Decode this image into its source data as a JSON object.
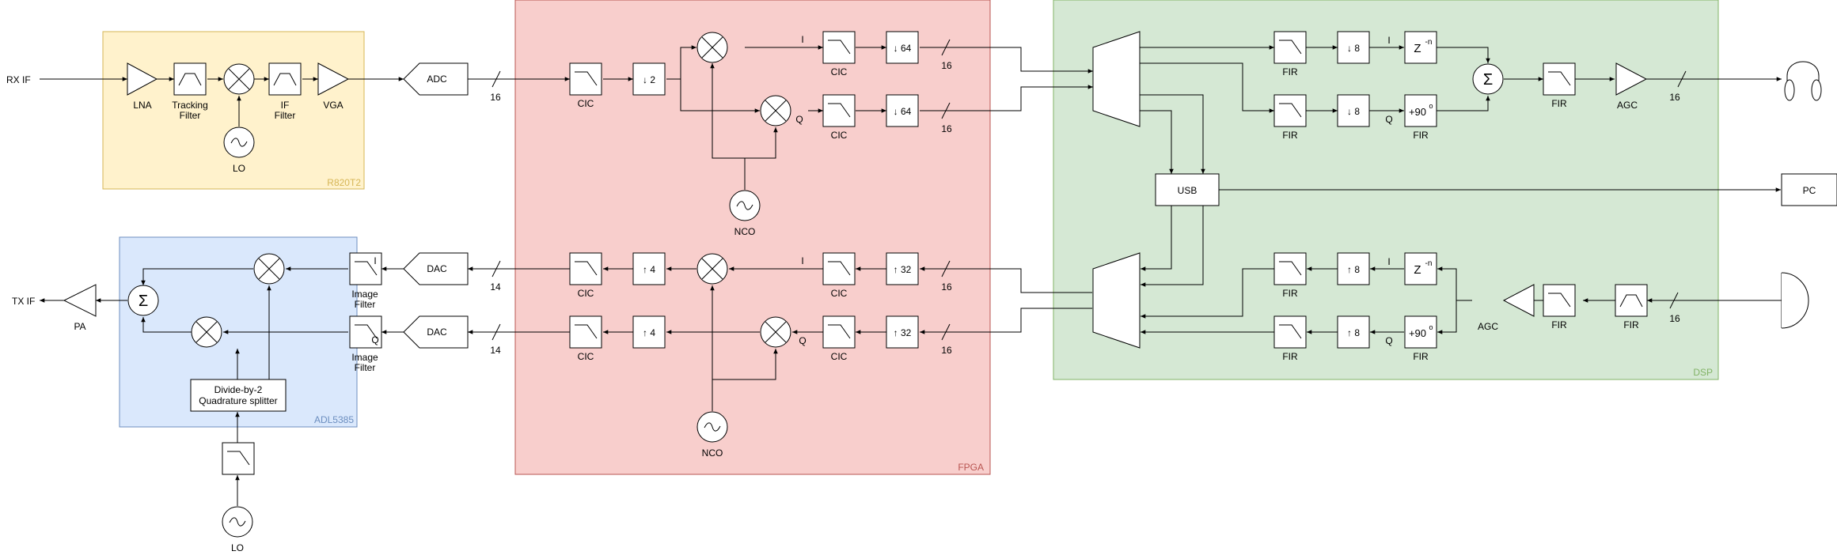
{
  "groups": {
    "r820t2": "R820T2",
    "fpga": "FPGA",
    "dsp": "DSP",
    "adl5385": "ADL5385"
  },
  "colors": {
    "r820t2_fill": "#FFF2CC",
    "r820t2_stroke": "#D6B656",
    "r820t2_text": "#D6B656",
    "fpga_fill": "#F8CECC",
    "fpga_stroke": "#B85450",
    "fpga_text": "#B85450",
    "dsp_fill": "#D5E8D4",
    "dsp_stroke": "#82B366",
    "dsp_text": "#82B366",
    "adl5385_fill": "#DAE8FC",
    "adl5385_stroke": "#6C8EBF",
    "adl5385_text": "#6C8EBF"
  },
  "rx": {
    "rx_if": "RX IF",
    "lna": "LNA",
    "tracking_filter": [
      "Tracking",
      "Filter"
    ],
    "lo": "LO",
    "if_filter": [
      "IF",
      "Filter"
    ],
    "vga": "VGA",
    "adc": "ADC",
    "adc_bits": "16",
    "cic_main": "CIC",
    "dec2": "↓ 2",
    "i_label": "I",
    "q_label": "Q",
    "cic_i": "CIC",
    "cic_q": "CIC",
    "dec64_i": "↓ 64",
    "dec64_q": "↓ 64",
    "bits_i": "16",
    "bits_q": "16",
    "nco": "NCO"
  },
  "tx": {
    "tx_if": "TX IF",
    "pa": "PA",
    "i_label": "I",
    "q_label": "Q",
    "image_filter_i": [
      "Image",
      "Filter"
    ],
    "image_filter_q": [
      "Image",
      "Filter"
    ],
    "dac_i": "DAC",
    "dac_q": "DAC",
    "dac_bits_i": "14",
    "dac_bits_q": "14",
    "cic_i": "CIC",
    "cic_q": "CIC",
    "up4_i": "↑ 4",
    "up4_q": "↑ 4",
    "fpga_i_label": "I",
    "fpga_q_label": "Q",
    "cic2_i": "CIC",
    "cic2_q": "CIC",
    "up32_i": "↑ 32",
    "up32_q": "↑ 32",
    "bits_i": "16",
    "bits_q": "16",
    "nco": "NCO",
    "splitter": [
      "Divide-by-2",
      "Quadrature splitter"
    ],
    "lo": "LO"
  },
  "dsp": {
    "usb": "USB",
    "pc": "PC",
    "rx_fir_i": "FIR",
    "rx_fir_q": "FIR",
    "rx_dec8_i": "↓ 8",
    "rx_dec8_q": "↓ 8",
    "rx_i_label": "I",
    "rx_q_label": "Q",
    "rx_delay": "Z",
    "rx_delay_exp": "-n",
    "rx_shift": "+90",
    "rx_shift_exp": "o",
    "rx_shift_fir": "FIR",
    "rx_fir_out": "FIR",
    "rx_agc": "AGC",
    "rx_out_bits": "16",
    "tx_fir_i": "FIR",
    "tx_fir_q": "FIR",
    "tx_up8_i": "↑ 8",
    "tx_up8_q": "↑ 8",
    "tx_i_label": "I",
    "tx_q_label": "Q",
    "tx_delay": "Z",
    "tx_delay_exp": "-n",
    "tx_shift": "+90",
    "tx_shift_exp": "o",
    "tx_shift_fir": "FIR",
    "tx_agc": "AGC",
    "tx_fir_a": "FIR",
    "tx_fir_b": "FIR",
    "tx_in_bits": "16"
  }
}
